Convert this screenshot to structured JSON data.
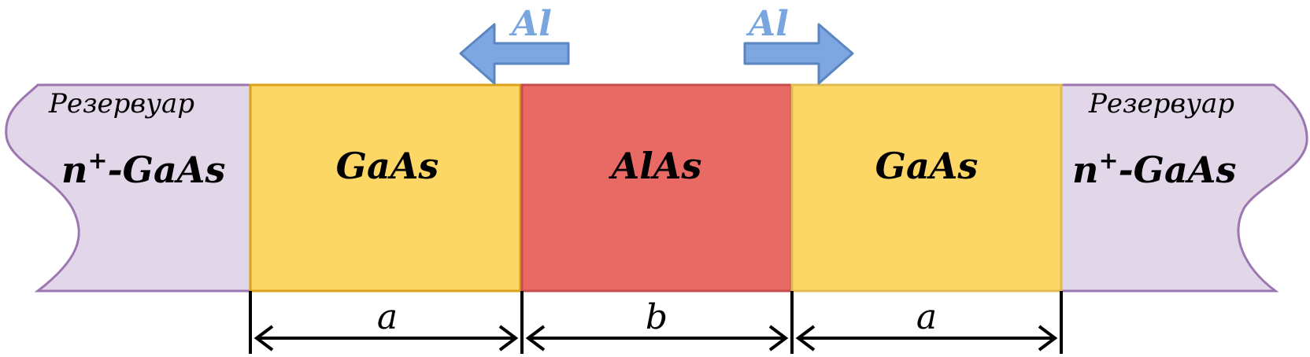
{
  "reservoir_left": {
    "caption": "Резервуар",
    "material_base": "n",
    "material_sup": "+",
    "material_rest": "-GaAs"
  },
  "reservoir_right": {
    "caption": "Резервуар",
    "material_base": "n",
    "material_sup": "+",
    "material_rest": "-GaAs"
  },
  "layers": [
    {
      "label": "GaAs"
    },
    {
      "label": "AlAs"
    },
    {
      "label": "GaAs"
    }
  ],
  "dimensions": [
    "a",
    "b",
    "a"
  ],
  "diffusion": {
    "left": "Al",
    "right": "Al"
  },
  "colors": {
    "reservoir_fill": "#e2d6e9",
    "reservoir_stroke": "#9b76b0",
    "gaas_fill": "#fcd766",
    "gaas_stroke": "#d9a21a",
    "alas_fill": "#e96a65",
    "alas_stroke": "#c64d4b",
    "arrow_fill": "#7ea7e1",
    "arrow_stroke": "#5b86c2"
  }
}
